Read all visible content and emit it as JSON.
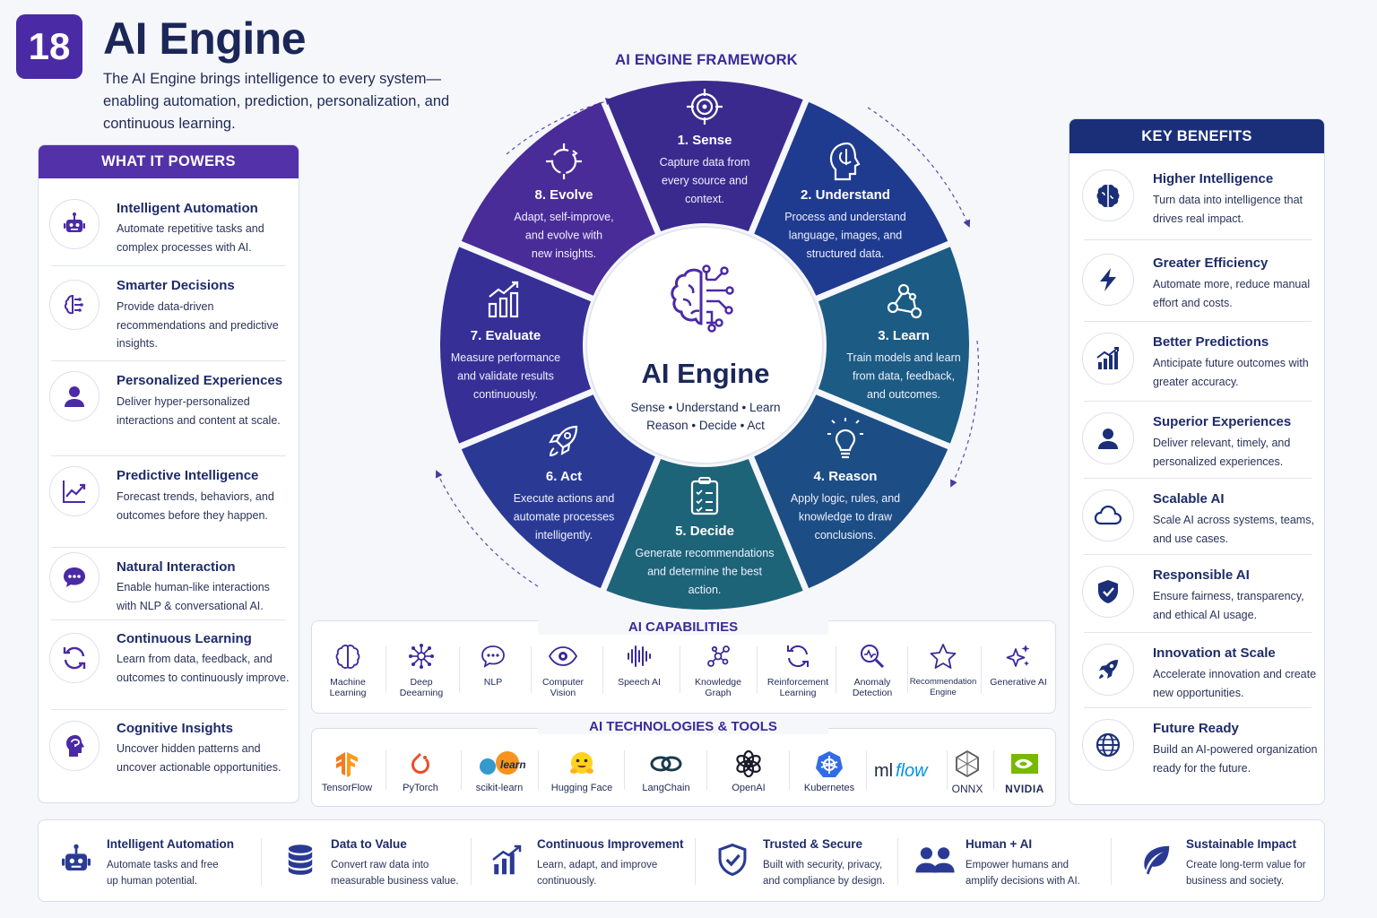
{
  "header": {
    "number": "18",
    "title": "AI Engine",
    "subtitle": "The AI Engine brings intelligence to every system—enabling automation, prediction, personalization, and continuous learning."
  },
  "powers": {
    "title": "WHAT IT POWERS",
    "items": [
      {
        "title": "Intelligent Automation",
        "desc": "Automate repetitive tasks and complex processes with AI.",
        "icon": "robot-icon"
      },
      {
        "title": "Smarter Decisions",
        "desc": "Provide data-driven recommendations and predictive insights.",
        "icon": "brain-chip-icon"
      },
      {
        "title": "Personalized Experiences",
        "desc": "Deliver hyper-personalized interactions and content at scale.",
        "icon": "user-icon"
      },
      {
        "title": "Predictive Intelligence",
        "desc": "Forecast trends, behaviors, and outcomes before they happen.",
        "icon": "trend-chart-icon"
      },
      {
        "title": "Natural Interaction",
        "desc": "Enable human-like interactions with NLP & conversational AI.",
        "icon": "chat-icon"
      },
      {
        "title": "Continuous Learning",
        "desc": "Learn from data, feedback, and outcomes to continuously improve.",
        "icon": "refresh-icon"
      },
      {
        "title": "Cognitive Insights",
        "desc": "Uncover hidden patterns and uncover actionable opportunities.",
        "icon": "head-icon"
      }
    ]
  },
  "framework": {
    "title": "AI ENGINE FRAMEWORK",
    "center_title": "AI Engine",
    "center_line1": "Sense • Understand • Learn",
    "center_line2": "Reason • Decide • Act",
    "steps": [
      {
        "title": "1. Sense",
        "lines": [
          "Capture data from",
          "every source and",
          "context."
        ],
        "icon": "target-icon",
        "color": "#3a2a8e"
      },
      {
        "title": "2. Understand",
        "lines": [
          "Process and understand",
          "language, images, and",
          "structured data."
        ],
        "icon": "head-brain-icon",
        "color": "#1f3b8f"
      },
      {
        "title": "3. Learn",
        "lines": [
          "Train models and learn",
          "from data, feedback,",
          "and outcomes."
        ],
        "icon": "network-icon",
        "color": "#1c5b84"
      },
      {
        "title": "4. Reason",
        "lines": [
          "Apply logic, rules, and",
          "knowledge to draw",
          "conclusions."
        ],
        "icon": "lightbulb-icon",
        "color": "#1c4d85"
      },
      {
        "title": "5. Decide",
        "lines": [
          "Generate recommendations",
          "and determine the best",
          "action."
        ],
        "icon": "checklist-icon",
        "color": "#1e6479"
      },
      {
        "title": "6. Act",
        "lines": [
          "Execute actions and",
          "automate processes",
          "intelligently."
        ],
        "icon": "rocket-icon",
        "color": "#2a3a94"
      },
      {
        "title": "7. Evaluate",
        "lines": [
          "Measure performance",
          "and validate results",
          "continuously."
        ],
        "icon": "bar-chart-icon",
        "color": "#362f96"
      },
      {
        "title": "8. Evolve",
        "lines": [
          "Adapt, self-improve,",
          "and evolve with",
          "new insights."
        ],
        "icon": "cycle-icon",
        "color": "#4a2c98"
      }
    ]
  },
  "capabilities": {
    "title": "AI CAPABILITIES",
    "items": [
      {
        "label1": "Machine",
        "label2": "Learning",
        "icon": "brain-icon"
      },
      {
        "label1": "Deep",
        "label2": "Deearning",
        "icon": "neural-icon"
      },
      {
        "label1": "NLP",
        "label2": "",
        "icon": "chat-icon"
      },
      {
        "label1": "Computer",
        "label2": "Vision",
        "icon": "eye-icon"
      },
      {
        "label1": "Speech AI",
        "label2": "",
        "icon": "waveform-icon"
      },
      {
        "label1": "Knowledge",
        "label2": "Graph",
        "icon": "graph-icon"
      },
      {
        "label1": "Reinforcement",
        "label2": "Learning",
        "icon": "loop-icon"
      },
      {
        "label1": "Anomaly",
        "label2": "Detection",
        "icon": "magnifier-icon"
      },
      {
        "label1": "Recommendation",
        "label2": "Engine",
        "icon": "star-icon"
      },
      {
        "label1": "Generative AI",
        "label2": "",
        "icon": "sparkle-icon"
      }
    ]
  },
  "tools": {
    "title": "AI TECHNOLOGIES & TOOLS",
    "items": [
      {
        "label": "TensorFlow",
        "icon": "tensorflow-logo"
      },
      {
        "label": "PyTorch",
        "icon": "pytorch-logo"
      },
      {
        "label": "scikit-learn",
        "icon": "scikit-learn-logo",
        "logo_text": "learn"
      },
      {
        "label": "Hugging Face",
        "icon": "hugging-face-logo"
      },
      {
        "label": "LangChain",
        "icon": "langchain-logo"
      },
      {
        "label": "OpenAI",
        "icon": "openai-logo"
      },
      {
        "label": "Kubernetes",
        "icon": "kubernetes-logo"
      },
      {
        "label": "mlflow",
        "icon": "mlflow-logo",
        "logo_ml": "ml",
        "logo_flow": "flow"
      },
      {
        "label": "ONNX",
        "icon": "onnx-logo"
      },
      {
        "label": "NVIDIA",
        "icon": "nvidia-logo"
      }
    ]
  },
  "benefits": {
    "title": "KEY BENEFITS",
    "items": [
      {
        "title": "Higher Intelligence",
        "desc": "Turn data into intelligence that drives real impact.",
        "icon": "brain-icon"
      },
      {
        "title": "Greater Efficiency",
        "desc": "Automate more, reduce manual effort and costs.",
        "icon": "lightning-icon"
      },
      {
        "title": "Better Predictions",
        "desc": "Anticipate future outcomes with greater accuracy.",
        "icon": "bar-chart-icon"
      },
      {
        "title": "Superior Experiences",
        "desc": "Deliver relevant, timely, and personalized experiences.",
        "icon": "user-icon"
      },
      {
        "title": "Scalable AI",
        "desc": "Scale AI across systems, teams, and use cases.",
        "icon": "cloud-icon"
      },
      {
        "title": "Responsible AI",
        "desc": "Ensure fairness, transparency, and ethical AI usage.",
        "icon": "shield-icon"
      },
      {
        "title": "Innovation at Scale",
        "desc": "Accelerate innovation and create new opportunities.",
        "icon": "rocket-icon"
      },
      {
        "title": "Future Ready",
        "desc": "Build an AI-powered organization ready for the future.",
        "icon": "globe-icon"
      }
    ]
  },
  "footer": {
    "items": [
      {
        "title": "Intelligent Automation",
        "desc": "Automate tasks and free up human potential.",
        "icon": "robot-icon"
      },
      {
        "title": "Data to Value",
        "desc": "Convert raw data into measurable business value.",
        "icon": "database-icon"
      },
      {
        "title": "Continuous Improvement",
        "desc": "Learn, adapt, and improve continuously.",
        "icon": "growth-icon"
      },
      {
        "title": "Trusted & Secure",
        "desc": "Built with security, privacy, and compliance by design.",
        "icon": "shield-check-icon"
      },
      {
        "title": "Human + AI",
        "desc": "Empower humans and amplify decisions with AI.",
        "icon": "people-icon"
      },
      {
        "title": "Sustainable Impact",
        "desc": "Create long-term value for business and society.",
        "icon": "leaf-icon"
      }
    ]
  }
}
